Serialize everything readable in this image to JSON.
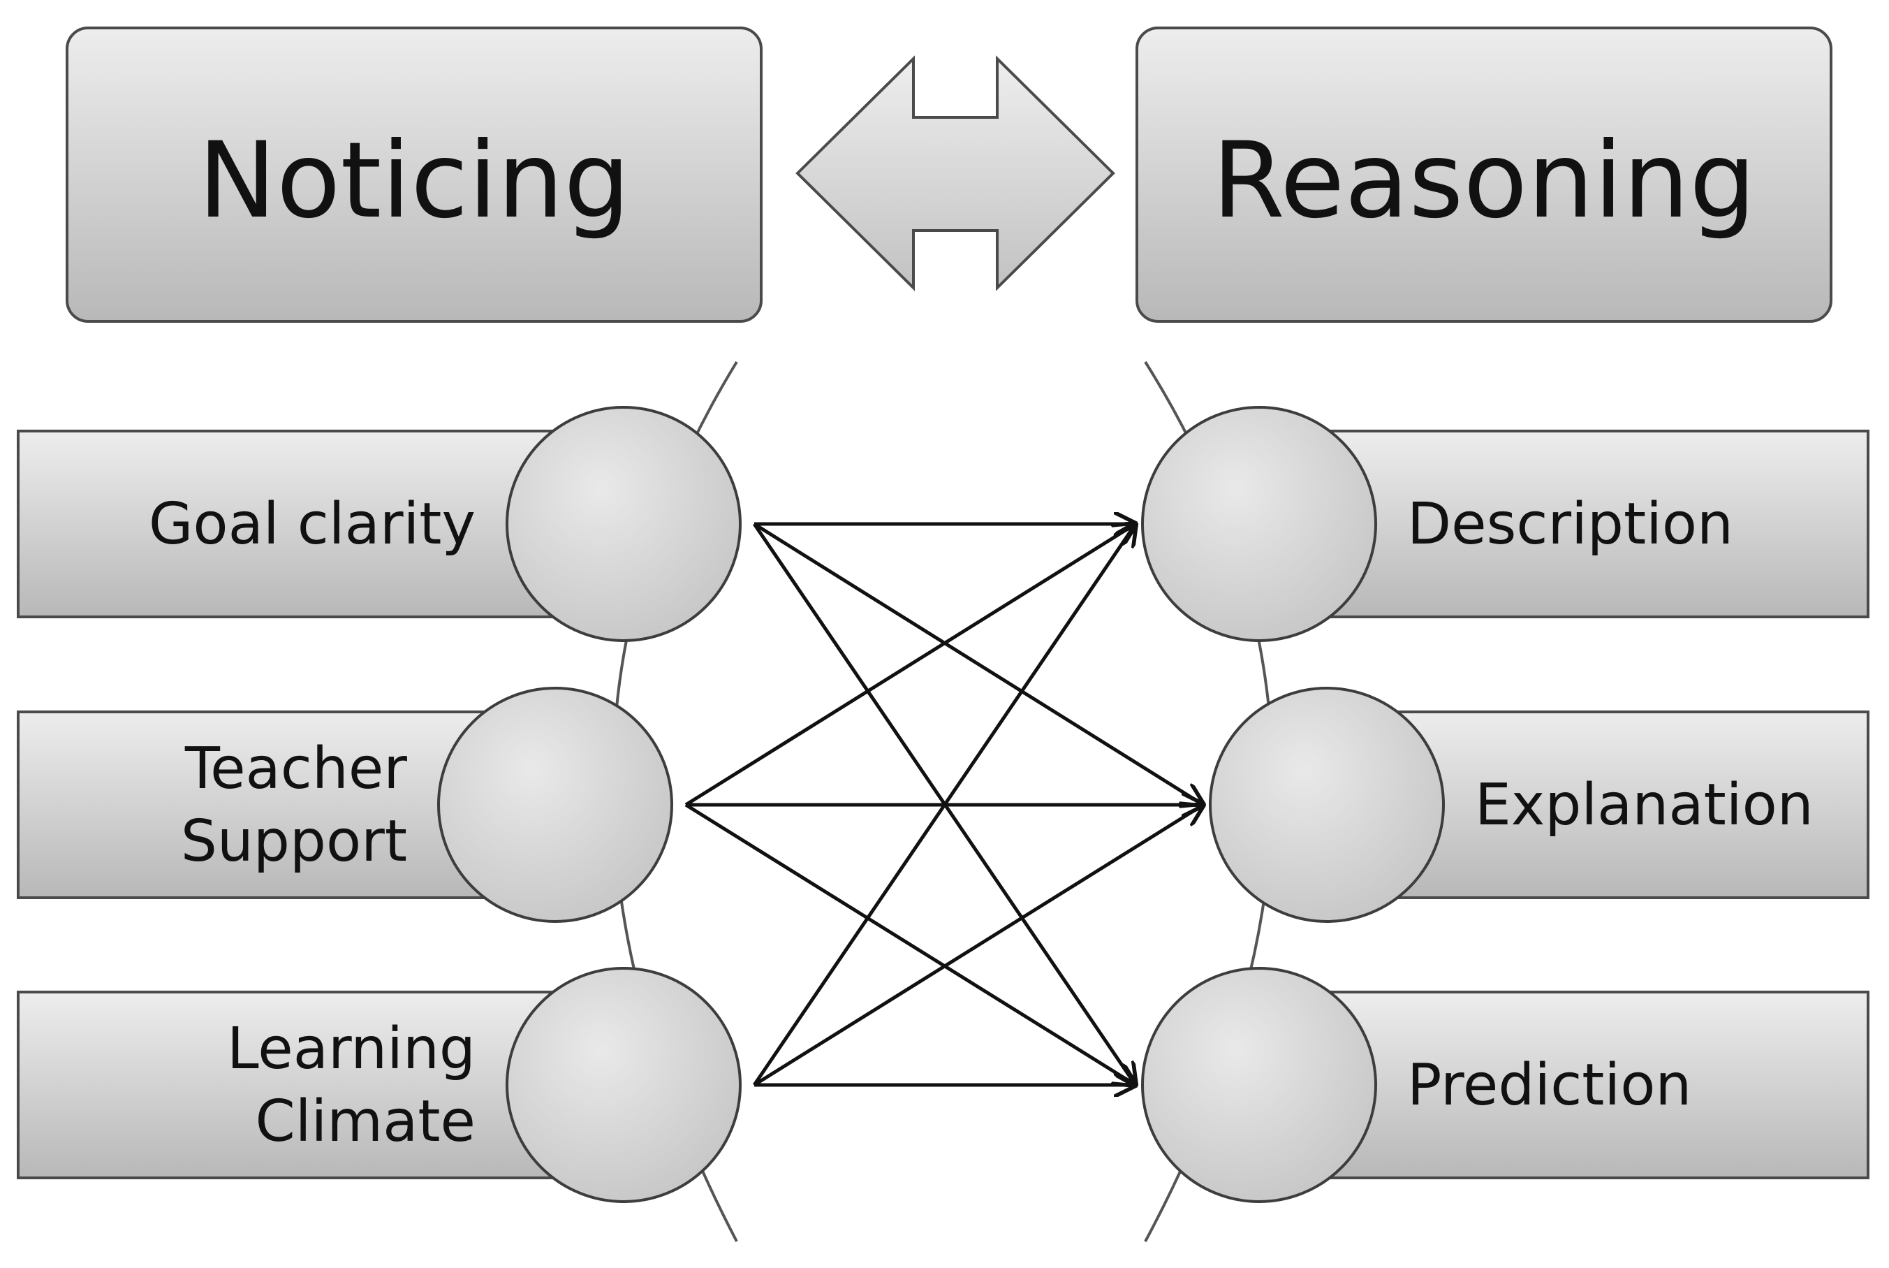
{
  "header": {
    "left_title": "Noticing",
    "right_title": "Reasoning",
    "connector_icon": "double-arrow-icon"
  },
  "noticing_items": [
    {
      "lines": [
        "Goal clarity"
      ]
    },
    {
      "lines": [
        "Teacher",
        "Support"
      ]
    },
    {
      "lines": [
        "Learning",
        "Climate"
      ]
    }
  ],
  "reasoning_items": [
    {
      "lines": [
        "Description"
      ]
    },
    {
      "lines": [
        "Explanation"
      ]
    },
    {
      "lines": [
        "Prediction"
      ]
    }
  ],
  "colors": {
    "box_fill_top": "#ececec",
    "box_fill_bottom": "#b9b9b9",
    "stroke": "#4a4a4a",
    "arrow": "#111111"
  }
}
